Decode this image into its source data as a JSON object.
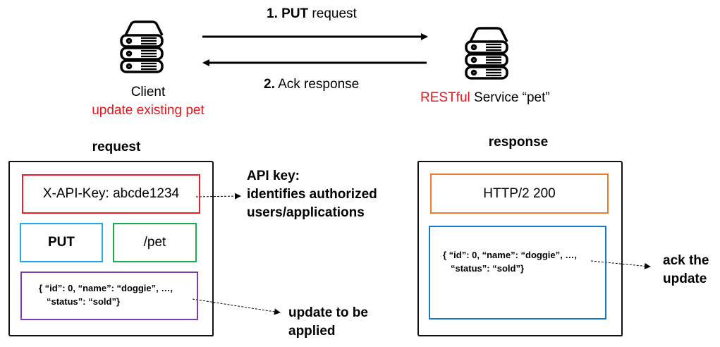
{
  "top": {
    "client": {
      "icon": "server-icon",
      "label": "Client",
      "sublabel": "update existing pet"
    },
    "service": {
      "icon": "server-icon",
      "label_red": "RESTful",
      "label_rest": " Service “pet”"
    },
    "arrow_request": {
      "num": "1.",
      "method": "PUT",
      "text": " request"
    },
    "arrow_response": {
      "num": "2.",
      "text": " Ack response"
    }
  },
  "request": {
    "title": "request",
    "header": "X-API-Key: abcde1234",
    "method": "PUT",
    "path": "/pet",
    "body_line1": "{ “id”: 0, “name”: “doggie”, …,",
    "body_line2": "“status”: “sold”}",
    "annotation_api_key": [
      "API key:",
      "identifies authorized",
      "users/applications"
    ],
    "annotation_body": [
      "update to be",
      "applied"
    ]
  },
  "response": {
    "title": "response",
    "status": "HTTP/2 200",
    "body_line1": "{ “id”: 0, “name”: “doggie”, …,",
    "body_line2": "“status”: “sold”}",
    "annotation": [
      "ack the",
      "update"
    ]
  },
  "colors": {
    "red": "#e8141b",
    "header_box": "#ee1c24",
    "method_box": "#1aafe6",
    "path_box": "#1bab4b",
    "body_box": "#7d3cad",
    "status_box": "#ec7c30",
    "resp_body_box": "#1a75c4"
  }
}
